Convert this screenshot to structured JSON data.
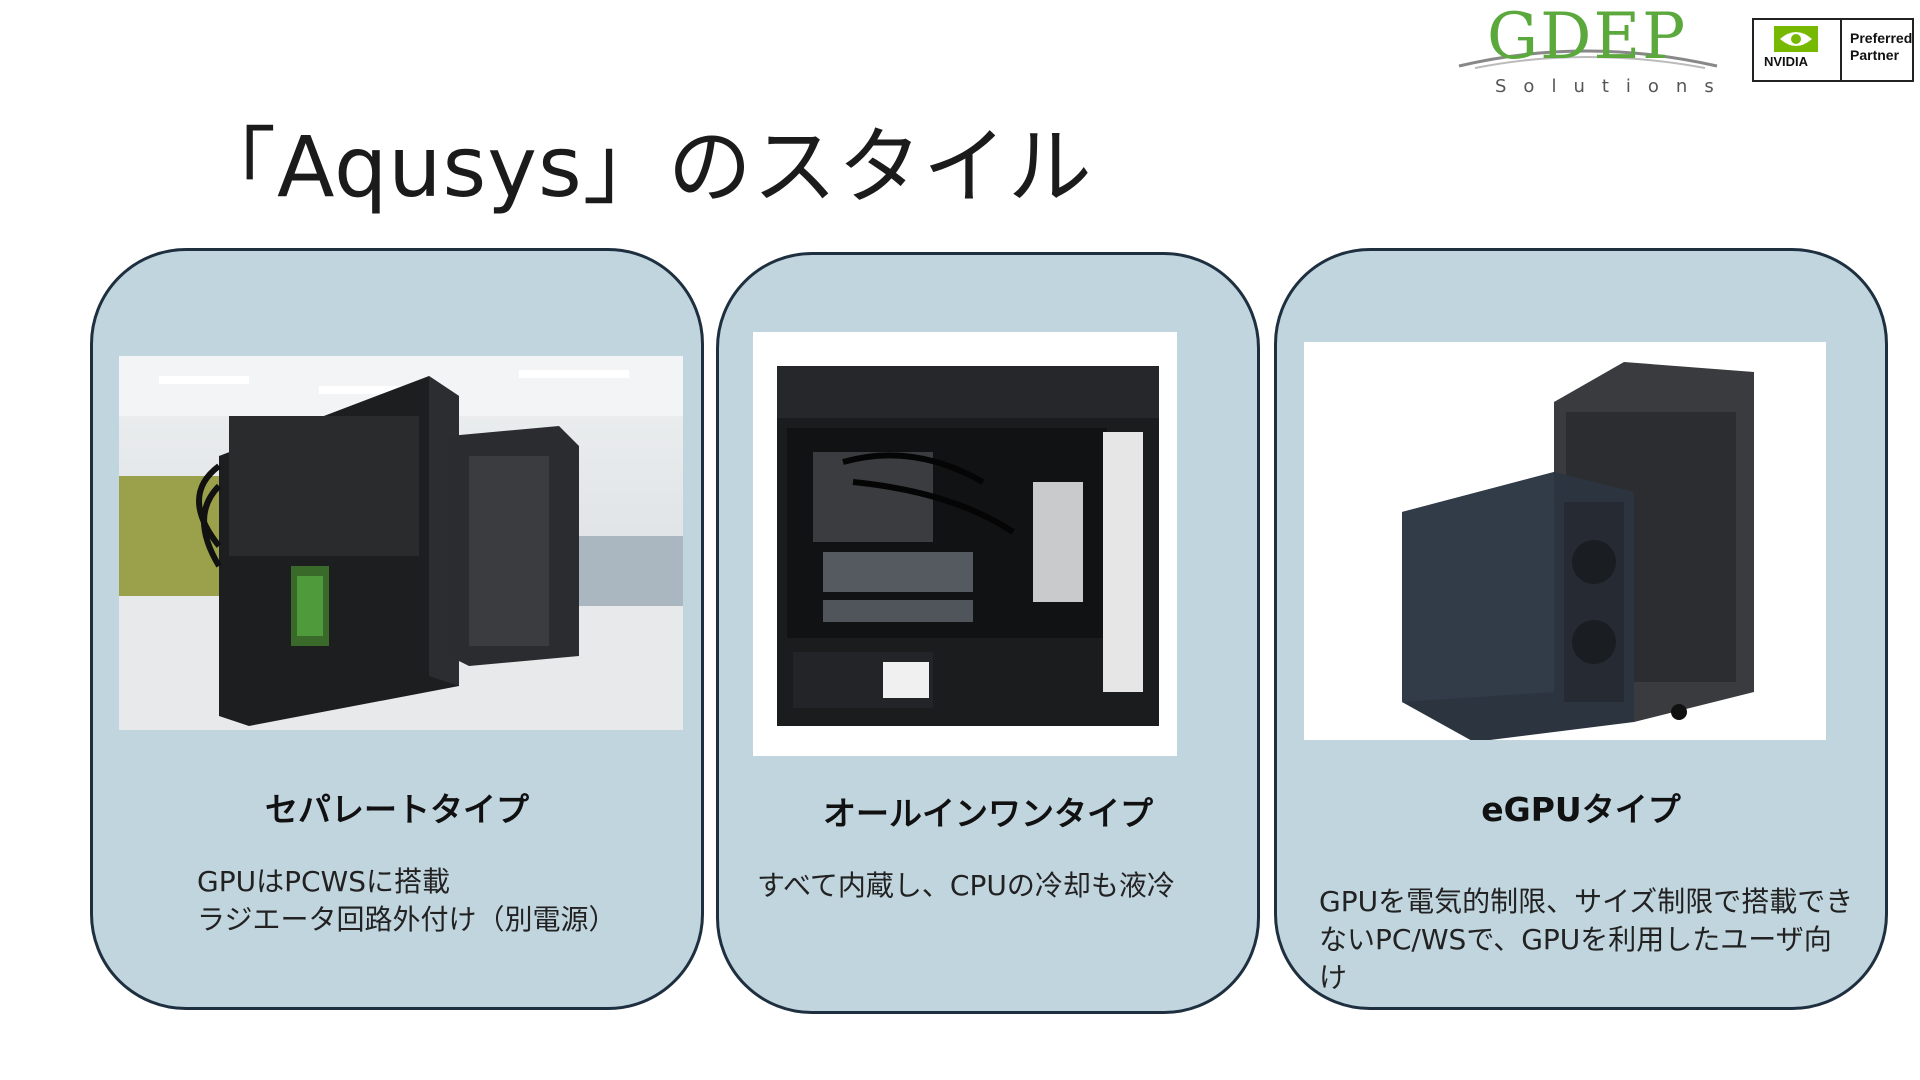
{
  "slide": {
    "title": "「Aqusys」のスタイル"
  },
  "logos": {
    "gdep": {
      "main": "GDEP",
      "sub": "Solutions"
    },
    "nvidia": {
      "wordmark": "NVIDIA",
      "partner_line1": "Preferred",
      "partner_line2": "Partner"
    }
  },
  "cards": [
    {
      "title": "セパレートタイプ",
      "desc_lines": [
        "GPUはPCWSに搭載",
        "ラジエータ回路外付け（別電源）"
      ],
      "photo_icon": "separate-workstation-photo"
    },
    {
      "title": "オールインワンタイプ",
      "desc_lines": [
        "すべて内蔵し、CPUの冷却も液冷"
      ],
      "photo_icon": "all-in-one-chassis-photo"
    },
    {
      "title": "eGPUタイプ",
      "desc_lines": [
        "GPUを電気的制限、サイズ制限で搭載できないPC/WSで、GPUを利用したユーザ向け"
      ],
      "photo_icon": "egpu-enclosure-photo"
    }
  ],
  "colors": {
    "card_fill": "#c1d5df",
    "card_border": "#1e2f40",
    "gdep_green": "#5ba83c",
    "nvidia_green": "#76b900"
  }
}
